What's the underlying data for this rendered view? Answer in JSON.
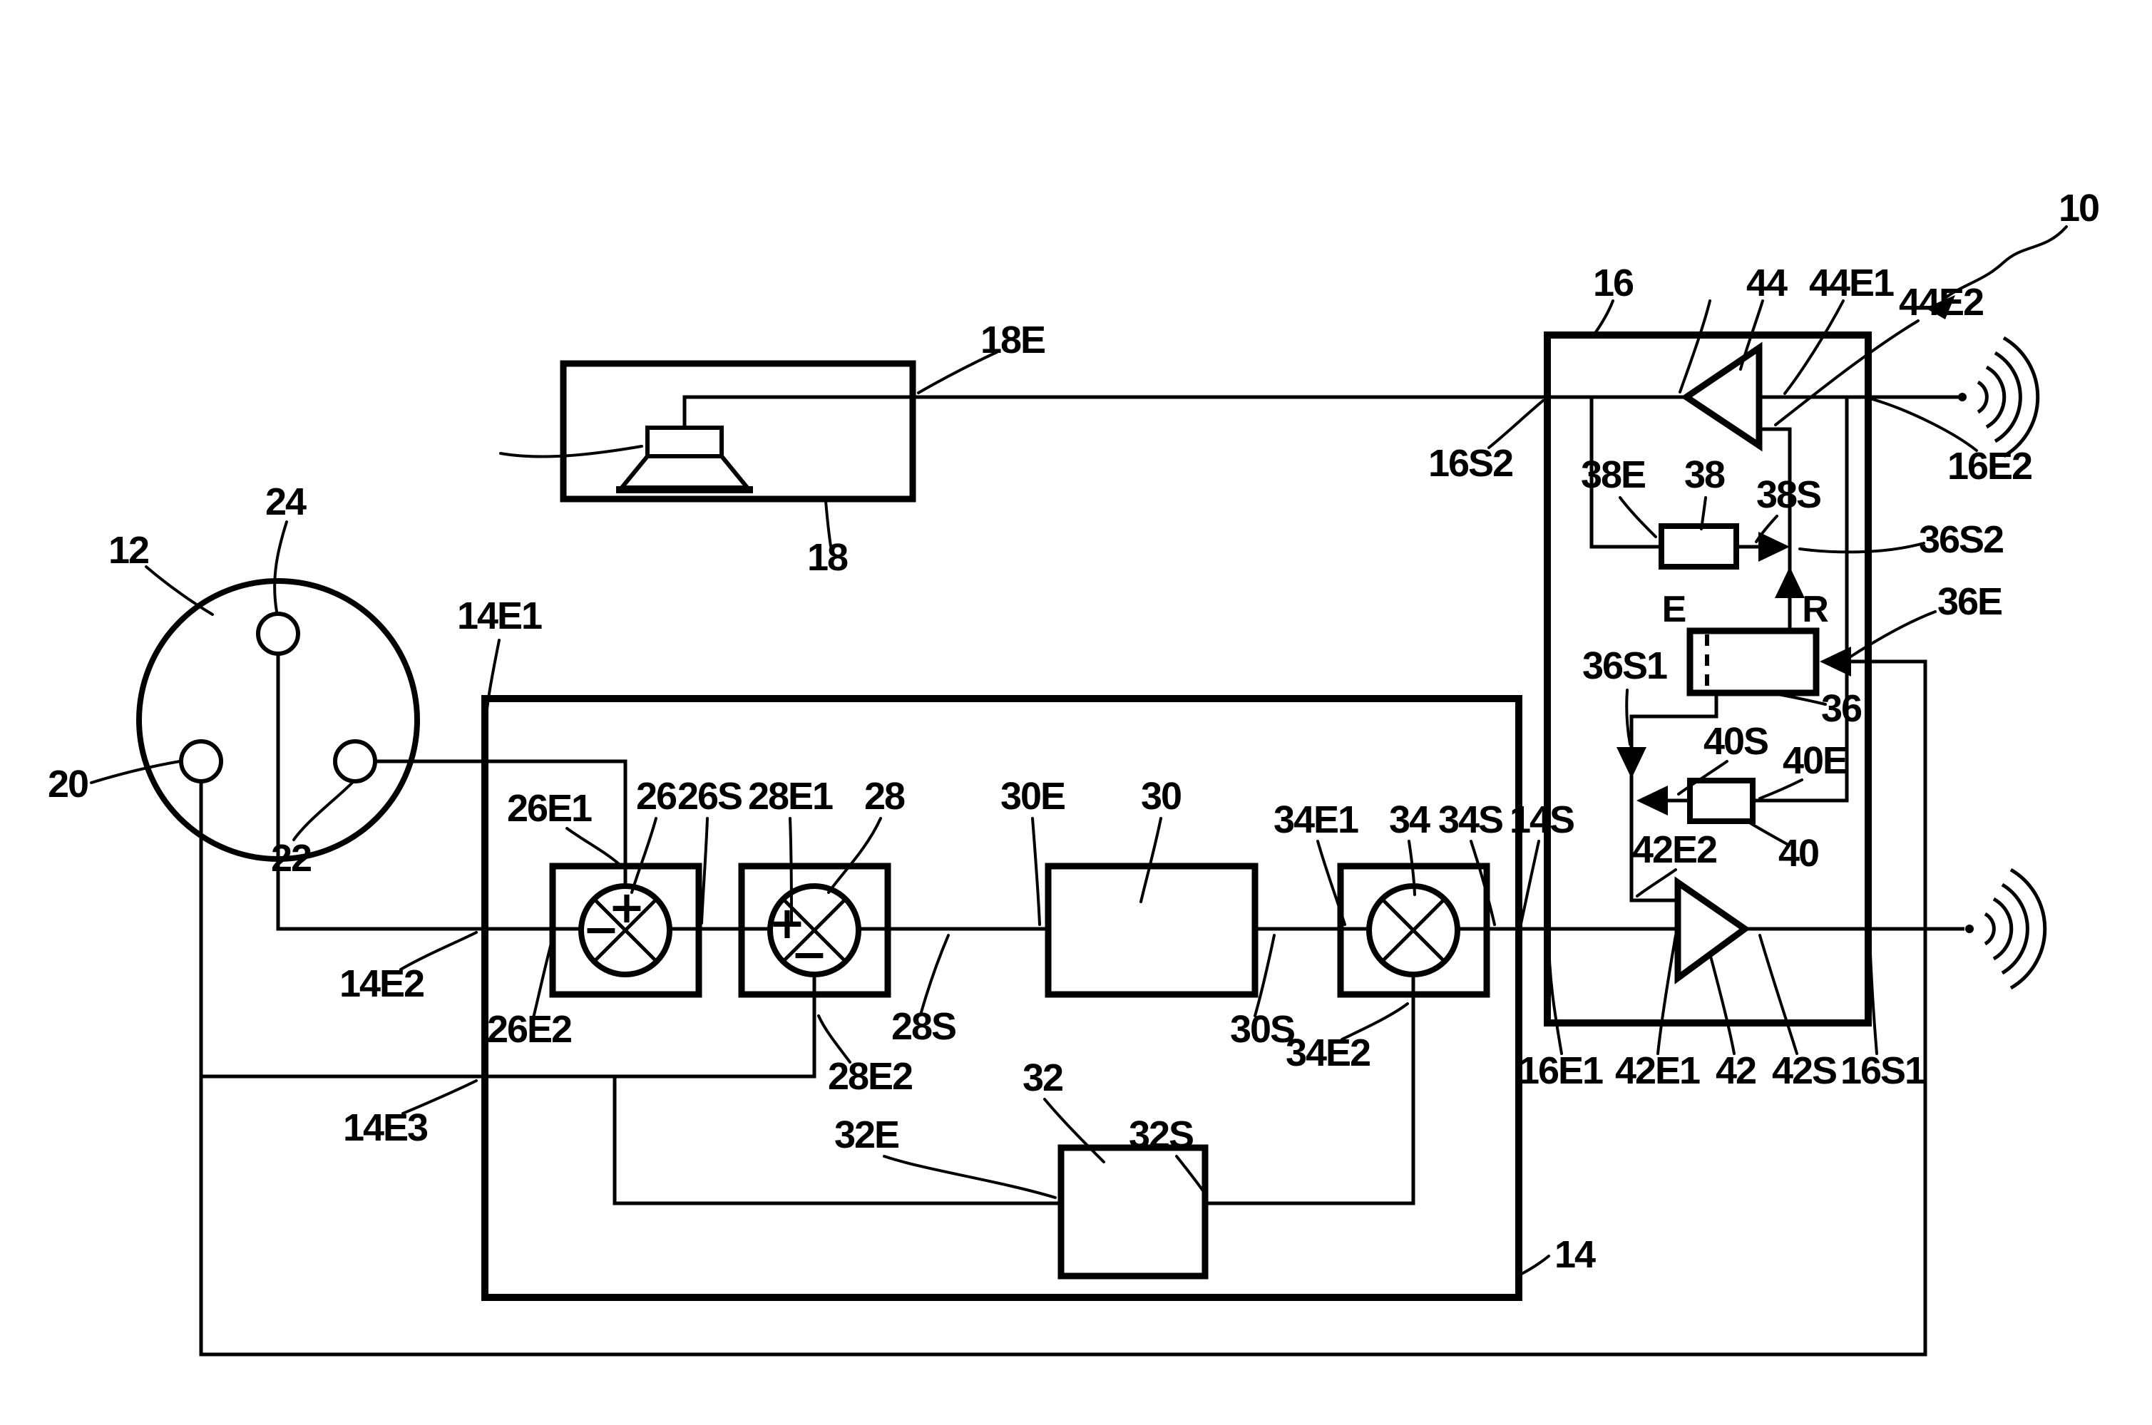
{
  "diagram": {
    "kind": "patent-block-diagram",
    "ink": "#000000",
    "background": "#ffffff",
    "labels": {
      "l10": "10",
      "l12": "12",
      "l14": "14",
      "l14E1": "14E1",
      "l14E2": "14E2",
      "l14E3": "14E3",
      "l14S": "14S",
      "l16": "16",
      "l16E1": "16E1",
      "l16E2": "16E2",
      "l16S1": "16S1",
      "l16S2": "16S2",
      "l18": "18",
      "l18E": "18E",
      "l20": "20",
      "l22": "22",
      "l24": "24",
      "l26": "26",
      "l26E1": "26E1",
      "l26E2": "26E2",
      "l26S": "26S",
      "l28": "28",
      "l28E1": "28E1",
      "l28E2": "28E2",
      "l28S": "28S",
      "l30": "30",
      "l30E": "30E",
      "l30S": "30S",
      "l32": "32",
      "l32E": "32E",
      "l32S": "32S",
      "l34": "34",
      "l34E1": "34E1",
      "l34E2": "34E2",
      "l34S": "34S",
      "l36": "36",
      "l36E": "36E",
      "l36S1": "36S1",
      "l36S2": "36S2",
      "l38": "38",
      "l38E": "38E",
      "l38S": "38S",
      "l40": "40",
      "l40E": "40E",
      "l40S": "40S",
      "l42": "42",
      "l42E1": "42E1",
      "l42E2": "42E2",
      "l42S": "42S",
      "l44": "44",
      "l44E1": "44E1",
      "l44E2": "44E2",
      "lE": "E",
      "lR": "R",
      "plus26": "+",
      "minus26": "−",
      "plus28": "+",
      "minus28": "−"
    }
  }
}
